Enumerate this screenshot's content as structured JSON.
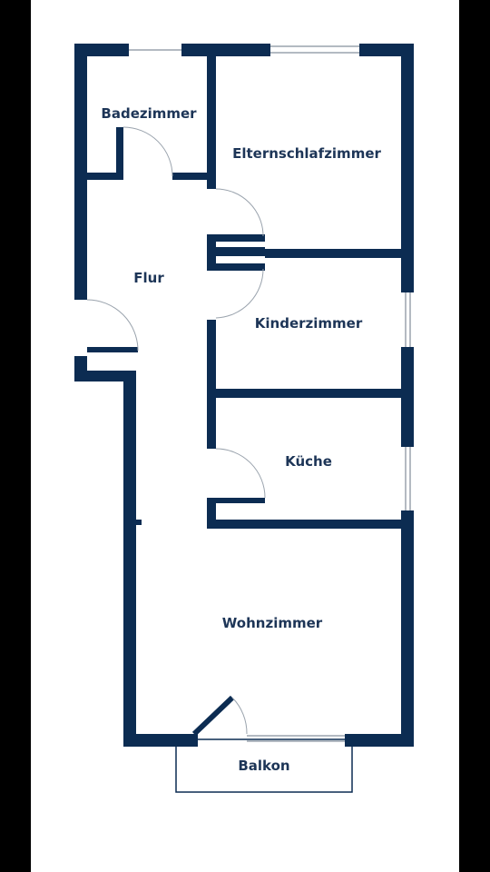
{
  "colors": {
    "wall": "#0c2c52",
    "background": "#ffffff",
    "frame": "#000000",
    "window": "#9aa3ad"
  },
  "rooms": {
    "bathroom": "Badezimmer",
    "master_bedroom": "Elternschlafzimmer",
    "hallway": "Flur",
    "kids_room": "Kinderzimmer",
    "kitchen": "Küche",
    "living_room": "Wohnzimmer",
    "balcony": "Balkon"
  }
}
